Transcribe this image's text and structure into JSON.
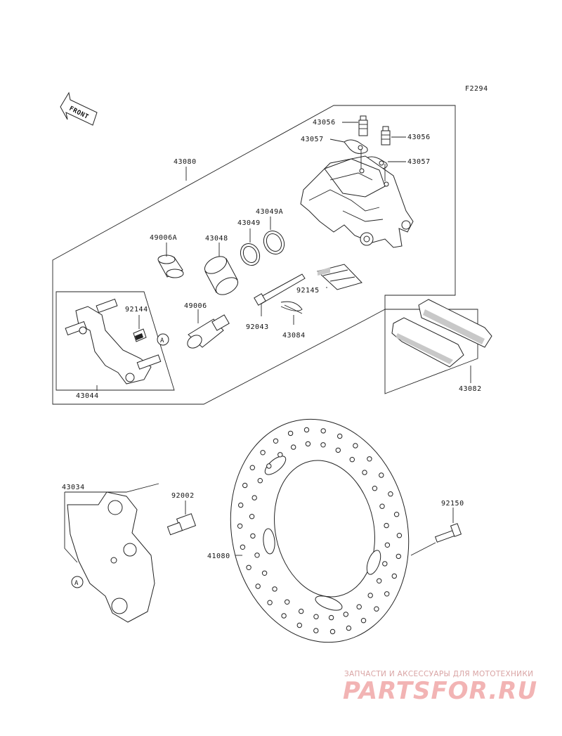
{
  "diagram_code": "F2294",
  "front_label": "FRONT",
  "ref_marker": "A",
  "parts": {
    "p43056a": "43056",
    "p43056b": "43056",
    "p43057a": "43057",
    "p43057b": "43057",
    "p43080": "43080",
    "p43049A": "43049A",
    "p43049": "43049",
    "p43048": "43048",
    "p49006A": "49006A",
    "p92144": "92144",
    "p49006": "49006",
    "p92145": "92145",
    "p92043": "92043",
    "p43084": "43084",
    "p43044": "43044",
    "p43082": "43082",
    "p43034": "43034",
    "p92002": "92002",
    "p92150": "92150",
    "p41080": "41080"
  },
  "watermark": {
    "tagline": "ЗАПЧАСТИ И АКСЕССУАРЫ ДЛЯ МОТОТЕХНИКИ",
    "logo": "PARTSFOR.RU"
  }
}
